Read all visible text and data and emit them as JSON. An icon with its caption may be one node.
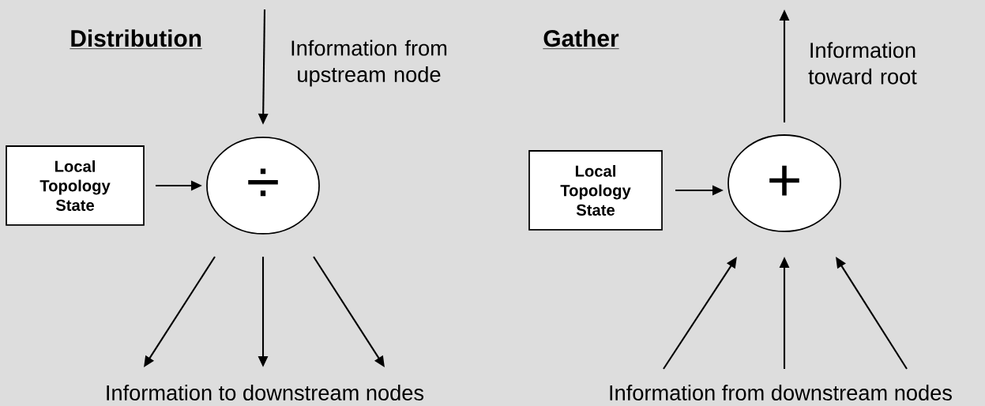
{
  "diagram": {
    "nodes": [
      {
        "text": [
          "Local Topology State"
        ]
      },
      {
        "text": [
          "÷"
        ]
      },
      {
        "text": [
          "Information to downstream nodes"
        ]
      },
      {
        "text": [
          "Local Topology State"
        ]
      },
      {
        "text": [
          "+"
        ]
      },
      {
        "text": [
          "Information from downstream nodes"
        ]
      }
    ],
    "edges": [
      {
        "from": null,
        "to": 1,
        "arrow": "to",
        "label": "Information from upstream node"
      },
      {
        "from": 0,
        "to": 1,
        "arrow": "to"
      },
      {
        "from": 1,
        "to": 2,
        "arrow": "to"
      },
      {
        "from": 1,
        "to": 2,
        "arrow": "to"
      },
      {
        "from": 1,
        "to": 2,
        "arrow": "to"
      },
      {
        "from": 3,
        "to": 4,
        "arrow": "to"
      },
      {
        "from": 4,
        "to": null,
        "arrow": "to",
        "label": "Information toward root"
      },
      {
        "from": 5,
        "to": 4,
        "arrow": "to"
      },
      {
        "from": 5,
        "to": 4,
        "arrow": "to"
      },
      {
        "from": 5,
        "to": 4,
        "arrow": "to"
      }
    ],
    "labels": [
      "Distribution",
      "Gather"
    ]
  }
}
